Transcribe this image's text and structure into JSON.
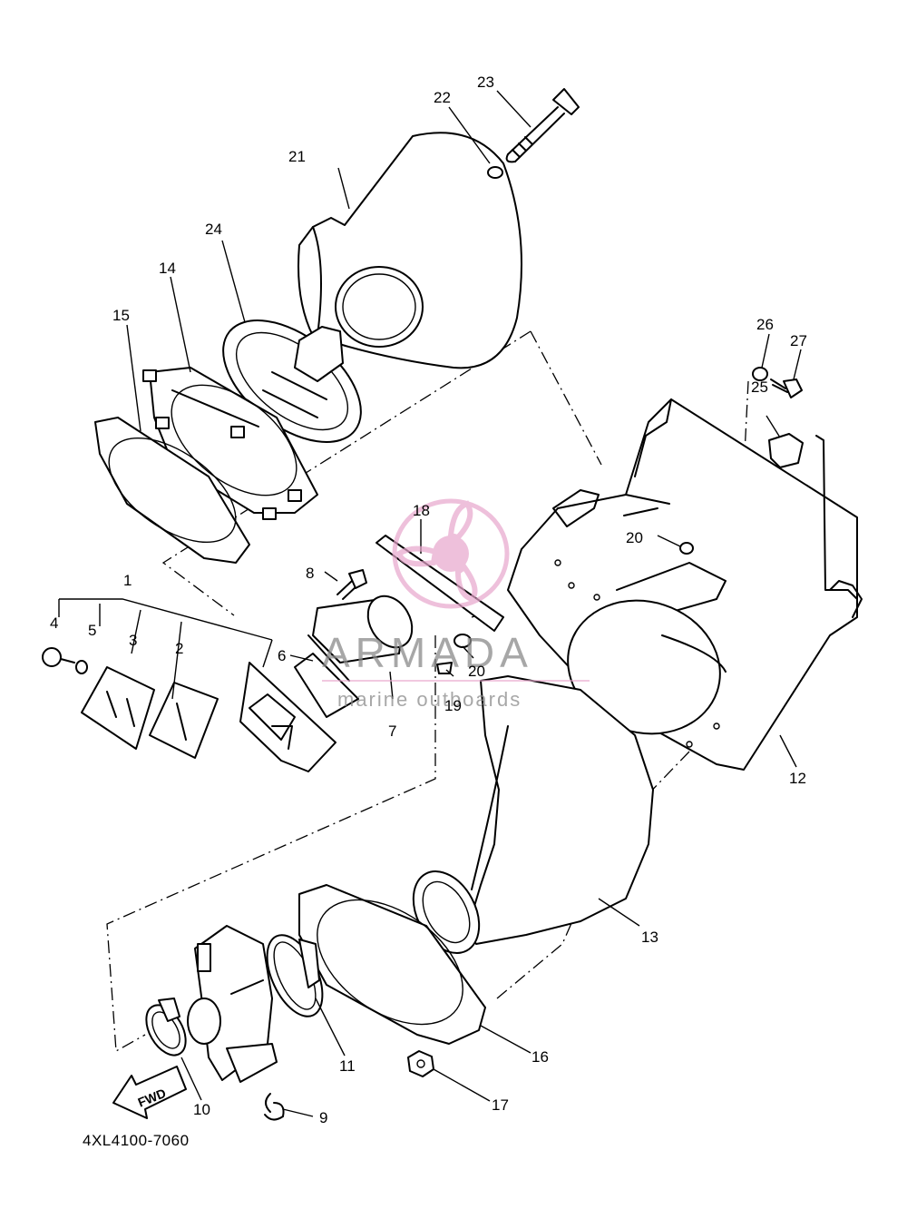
{
  "diagram_code": "4XL4100-7060",
  "fwd_label": "FWD",
  "watermark": {
    "brand": "ARMADA",
    "tagline": "marine outboards",
    "logo_color": "#e8a6cc"
  },
  "callouts": [
    "1",
    "2",
    "3",
    "4",
    "5",
    "6",
    "7",
    "8",
    "9",
    "10",
    "11",
    "12",
    "13",
    "14",
    "15",
    "16",
    "17",
    "18",
    "19",
    "20",
    "20",
    "21",
    "22",
    "23",
    "24",
    "25",
    "26",
    "27"
  ]
}
